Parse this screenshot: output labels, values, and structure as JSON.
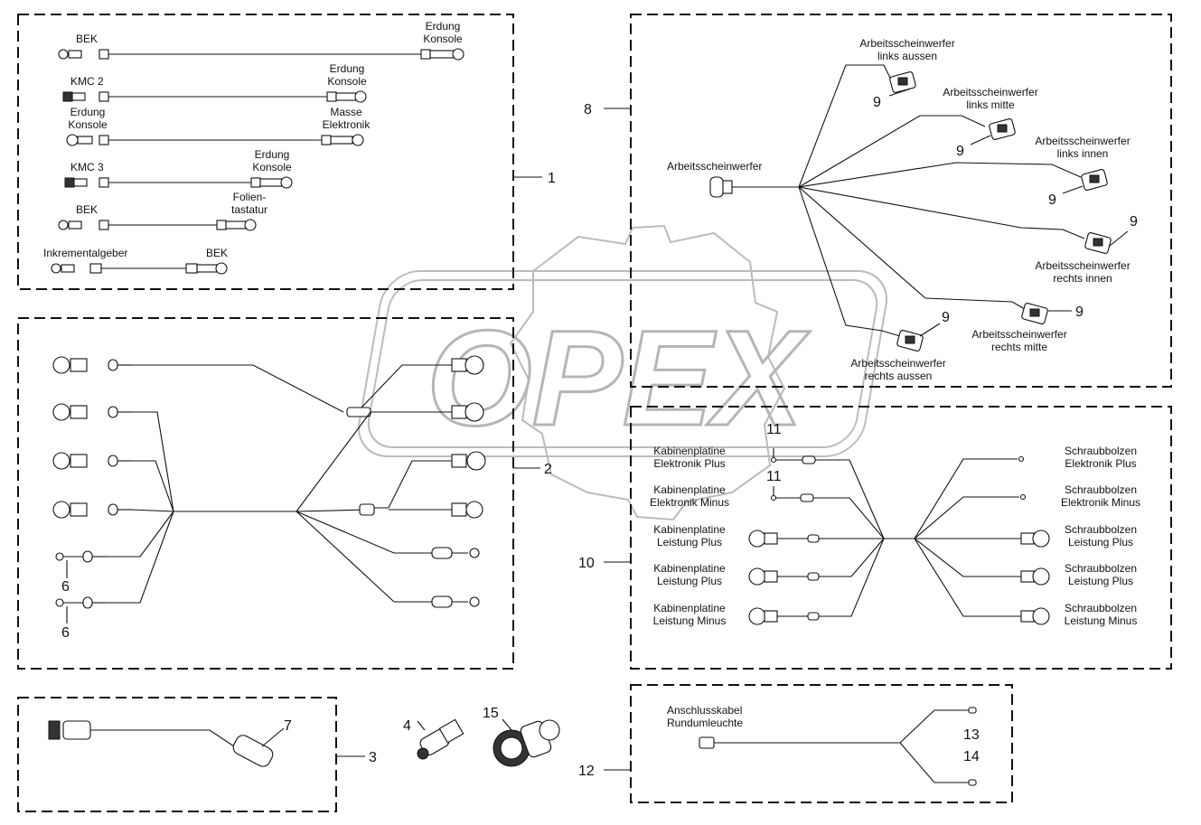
{
  "labels": {
    "g1_bek1": "BEK",
    "g1_erdung_konsole1": [
      "Erdung",
      "Konsole"
    ],
    "g1_kmc2": "KMC 2",
    "g1_erdung_konsole2": [
      "Erdung",
      "Konsole"
    ],
    "g1_erdung_konsole3": [
      "Erdung",
      "Konsole"
    ],
    "g1_masse_elektronik": [
      "Masse",
      "Elektronik"
    ],
    "g1_kmc3": "KMC 3",
    "g1_erdung_konsole4": [
      "Erdung",
      "Konsole"
    ],
    "g1_bek2": "BEK",
    "g1_folientastatur": [
      "Folien-",
      "tastatur"
    ],
    "g1_inkrementalgeber": "Inkrementalgeber",
    "g1_bek3": "BEK",
    "g8_main": "Arbeitsscheinwerfer",
    "g8_links_aussen": [
      "Arbeitsscheinwerfer",
      "links aussen"
    ],
    "g8_links_mitte": [
      "Arbeitsscheinwerfer",
      "links mitte"
    ],
    "g8_links_innen": [
      "Arbeitsscheinwerfer",
      "links innen"
    ],
    "g8_rechts_innen": [
      "Arbeitsscheinwerfer",
      "rechts innen"
    ],
    "g8_rechts_mitte": [
      "Arbeitsscheinwerfer",
      "rechts mitte"
    ],
    "g8_rechts_aussen": [
      "Arbeitsscheinwerfer",
      "rechts aussen"
    ],
    "g10_kp_elek_plus": [
      "Kabinenplatine",
      "Elektronik Plus"
    ],
    "g10_kp_elek_minus": [
      "Kabinenplatine",
      "Elektronik Minus"
    ],
    "g10_kp_leist_plus1": [
      "Kabinenplatine",
      "Leistung Plus"
    ],
    "g10_kp_leist_plus2": [
      "Kabinenplatine",
      "Leistung Plus"
    ],
    "g10_kp_leist_minus": [
      "Kabinenplatine",
      "Leistung Minus"
    ],
    "g10_sb_elek_plus": [
      "Schraubbolzen",
      "Elektronik Plus"
    ],
    "g10_sb_elek_minus": [
      "Schraubbolzen",
      "Elektronik Minus"
    ],
    "g10_sb_leist_plus1": [
      "Schraubbolzen",
      "Leistung Plus"
    ],
    "g10_sb_leist_plus2": [
      "Schraubbolzen",
      "Leistung Plus"
    ],
    "g10_sb_leist_minus": [
      "Schraubbolzen",
      "Leistung Minus"
    ],
    "g12_anschluss": [
      "Anschlusskabel",
      "Rundumleuchte"
    ]
  },
  "callouts": {
    "c1": "1",
    "c2": "2",
    "c3": "3",
    "c4": "4",
    "c6a": "6",
    "c6b": "6",
    "c7": "7",
    "c8": "8",
    "c9a": "9",
    "c9b": "9",
    "c9c": "9",
    "c9d": "9",
    "c9e": "9",
    "c9f": "9",
    "c10": "10",
    "c11a": "11",
    "c11b": "11",
    "c12": "12",
    "c13": "13",
    "c14": "14",
    "c15": "15"
  },
  "watermark": {
    "text": "OPEX"
  }
}
